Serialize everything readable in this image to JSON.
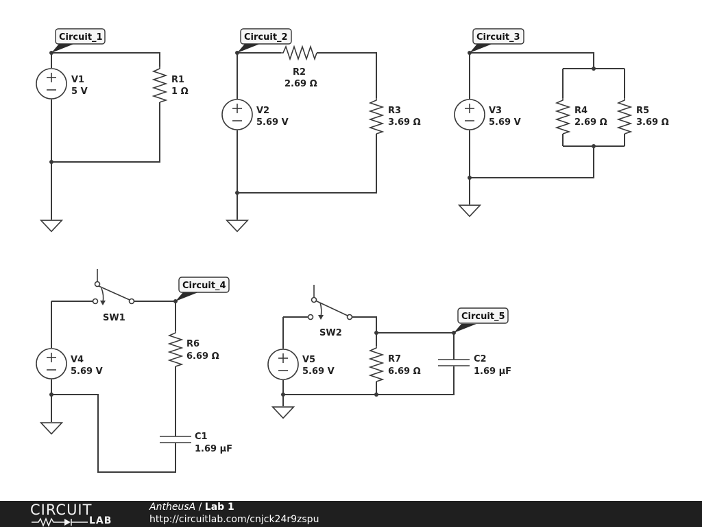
{
  "circuits": [
    {
      "node": "Circuit_1",
      "components": [
        {
          "ref": "V1",
          "value": "5 V"
        },
        {
          "ref": "R1",
          "value": "1 Ω"
        }
      ]
    },
    {
      "node": "Circuit_2",
      "components": [
        {
          "ref": "V2",
          "value": "5.69 V"
        },
        {
          "ref": "R2",
          "value": "2.69 Ω"
        },
        {
          "ref": "R3",
          "value": "3.69 Ω"
        }
      ]
    },
    {
      "node": "Circuit_3",
      "components": [
        {
          "ref": "V3",
          "value": "5.69 V"
        },
        {
          "ref": "R4",
          "value": "2.69 Ω"
        },
        {
          "ref": "R5",
          "value": "3.69 Ω"
        }
      ]
    },
    {
      "node": "Circuit_4",
      "components": [
        {
          "ref": "V4",
          "value": "5.69 V"
        },
        {
          "ref": "SW1",
          "value": ""
        },
        {
          "ref": "R6",
          "value": "6.69 Ω"
        },
        {
          "ref": "C1",
          "value": "1.69 µF"
        }
      ]
    },
    {
      "node": "Circuit_5",
      "components": [
        {
          "ref": "V5",
          "value": "5.69 V"
        },
        {
          "ref": "SW2",
          "value": ""
        },
        {
          "ref": "R7",
          "value": "6.69 Ω"
        },
        {
          "ref": "C2",
          "value": "1.69 µF"
        }
      ]
    }
  ],
  "footer": {
    "logo_top": "CIRCUIT",
    "logo_bottom": "LAB",
    "author": "AntheusA",
    "separator": " / ",
    "title": "Lab 1",
    "url": "http://circuitlab.com/cnjck24r9zspu"
  },
  "colors": {
    "wire": "#3a3a3a",
    "footer_bg": "#1f1f1f"
  }
}
